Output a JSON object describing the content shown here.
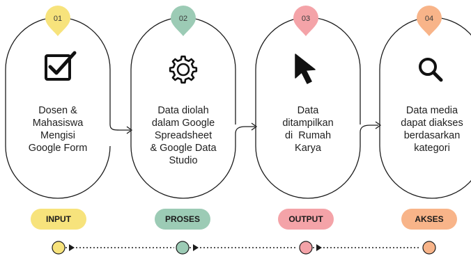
{
  "steps": [
    {
      "number": "01",
      "icon": "checkbox-icon",
      "lines": [
        "Dosen &",
        "Mahasiswa",
        "Mengisi",
        "Google Form"
      ],
      "label": "INPUT",
      "color": "#f7e37c"
    },
    {
      "number": "02",
      "icon": "gear-icon",
      "lines": [
        "Data diolah",
        "dalam Google",
        "Spreadsheet",
        "& Google Data",
        "Studio"
      ],
      "label": "PROSES",
      "color": "#9ccbb5"
    },
    {
      "number": "03",
      "icon": "cursor-icon",
      "lines": [
        "Data",
        "ditampilkan",
        "di  Rumah",
        "Karya"
      ],
      "label": "OUTPUT",
      "color": "#f4a3a8"
    },
    {
      "number": "04",
      "icon": "search-icon",
      "lines": [
        "Data media",
        "dapat diakses",
        "berdasarkan",
        "kategori"
      ],
      "label": "AKSES",
      "color": "#f8b489"
    }
  ],
  "colors": {
    "outline": "#1c1c1c",
    "marker_text": "#3a3a3a"
  }
}
